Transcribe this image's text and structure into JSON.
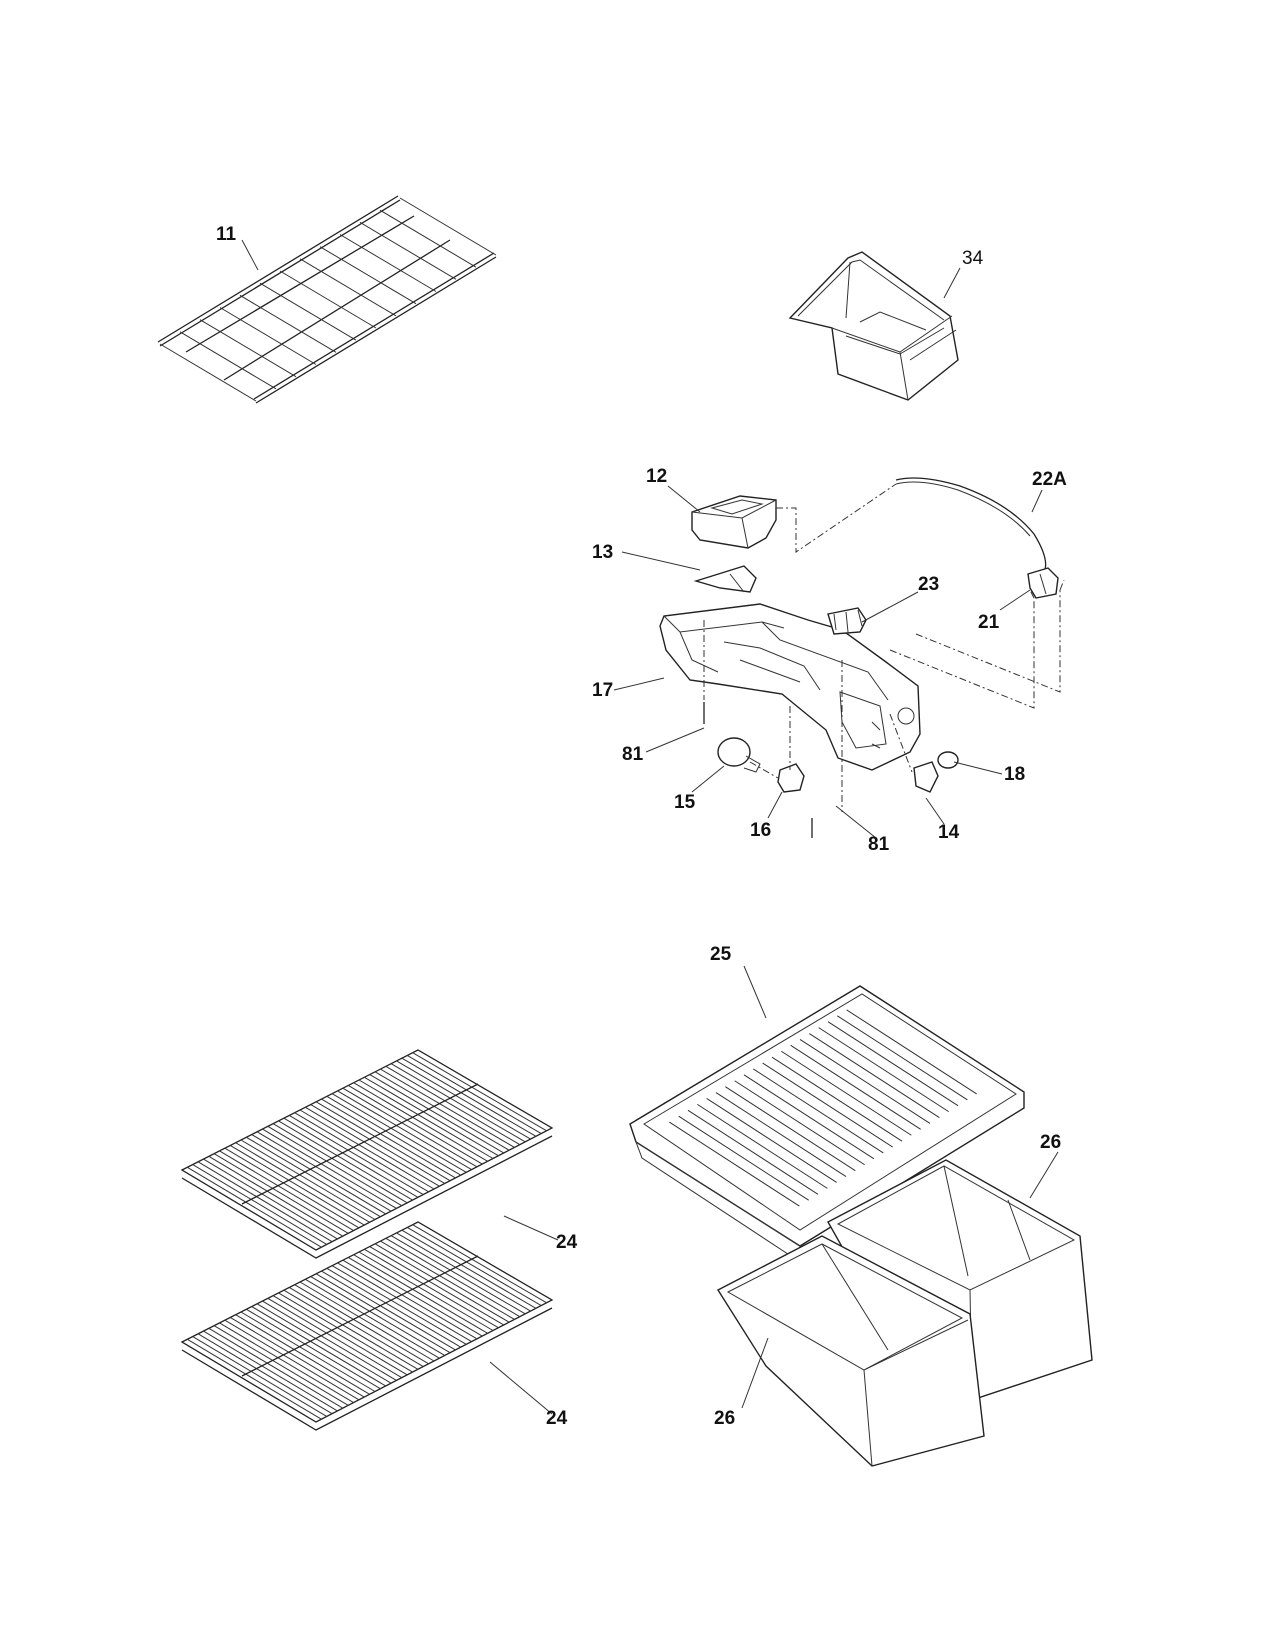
{
  "callouts": {
    "c11": "11",
    "c34": "34",
    "c12": "12",
    "c22a": "22A",
    "c13": "13",
    "c23": "23",
    "c21": "21",
    "c17": "17",
    "c81a": "81",
    "c18": "18",
    "c15": "15",
    "c16": "16",
    "c81b": "81",
    "c14": "14",
    "c25": "25",
    "c26a": "26",
    "c24a": "24",
    "c24b": "24",
    "c26b": "26"
  },
  "colors": {
    "ink": "#222222",
    "paper": "#ffffff"
  }
}
